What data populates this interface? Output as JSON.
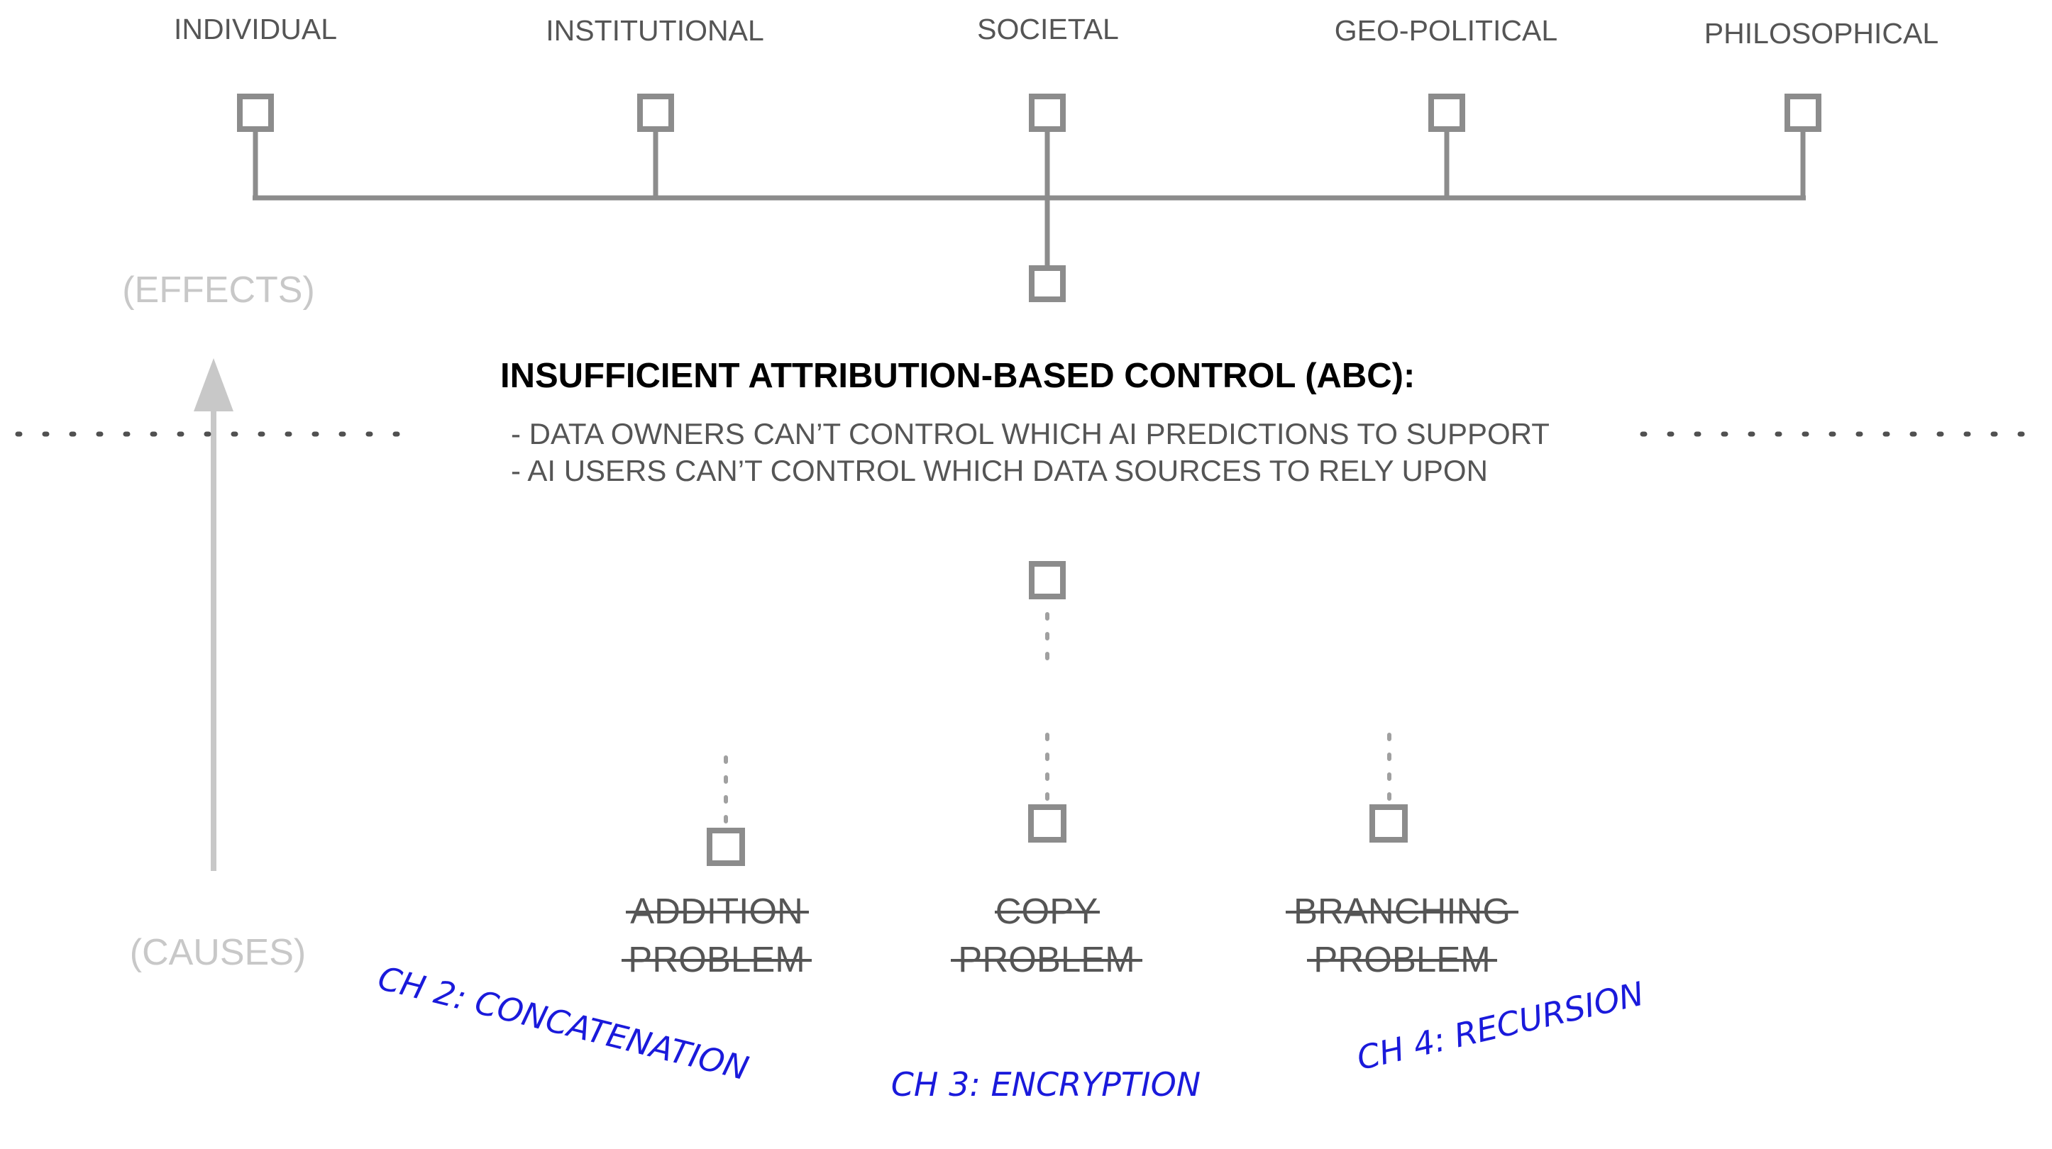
{
  "effect_categories": [
    "INDIVIDUAL",
    "INSTITUTIONAL",
    "SOCIETAL",
    "GEO-POLITICAL",
    "PHILOSOPHICAL"
  ],
  "axis": {
    "effects_label": "(EFFECTS)",
    "causes_label": "(CAUSES)"
  },
  "core": {
    "title": "INSUFFICIENT ATTRIBUTION-BASED CONTROL (ABC):",
    "bullets": [
      "- DATA OWNERS CAN’T CONTROL WHICH AI PREDICTIONS TO SUPPORT",
      "- AI USERS CAN’T CONTROL WHICH DATA SOURCES TO RELY UPON"
    ]
  },
  "problems": [
    {
      "line1": "ADDITION",
      "line2": "PROBLEM",
      "struck": true,
      "chapter": "CH 2: CONCATENATION"
    },
    {
      "line1": "COPY",
      "line2": "PROBLEM",
      "struck": true,
      "chapter": "CH 3: ENCRYPTION"
    },
    {
      "line1": "BRANCHING",
      "line2": "PROBLEM",
      "struck": true,
      "chapter": "CH 4: RECURSION"
    }
  ],
  "colors": {
    "lines": "#8c8c8c",
    "annotation": "#1a1adb",
    "faint": "#c8c8c8"
  }
}
